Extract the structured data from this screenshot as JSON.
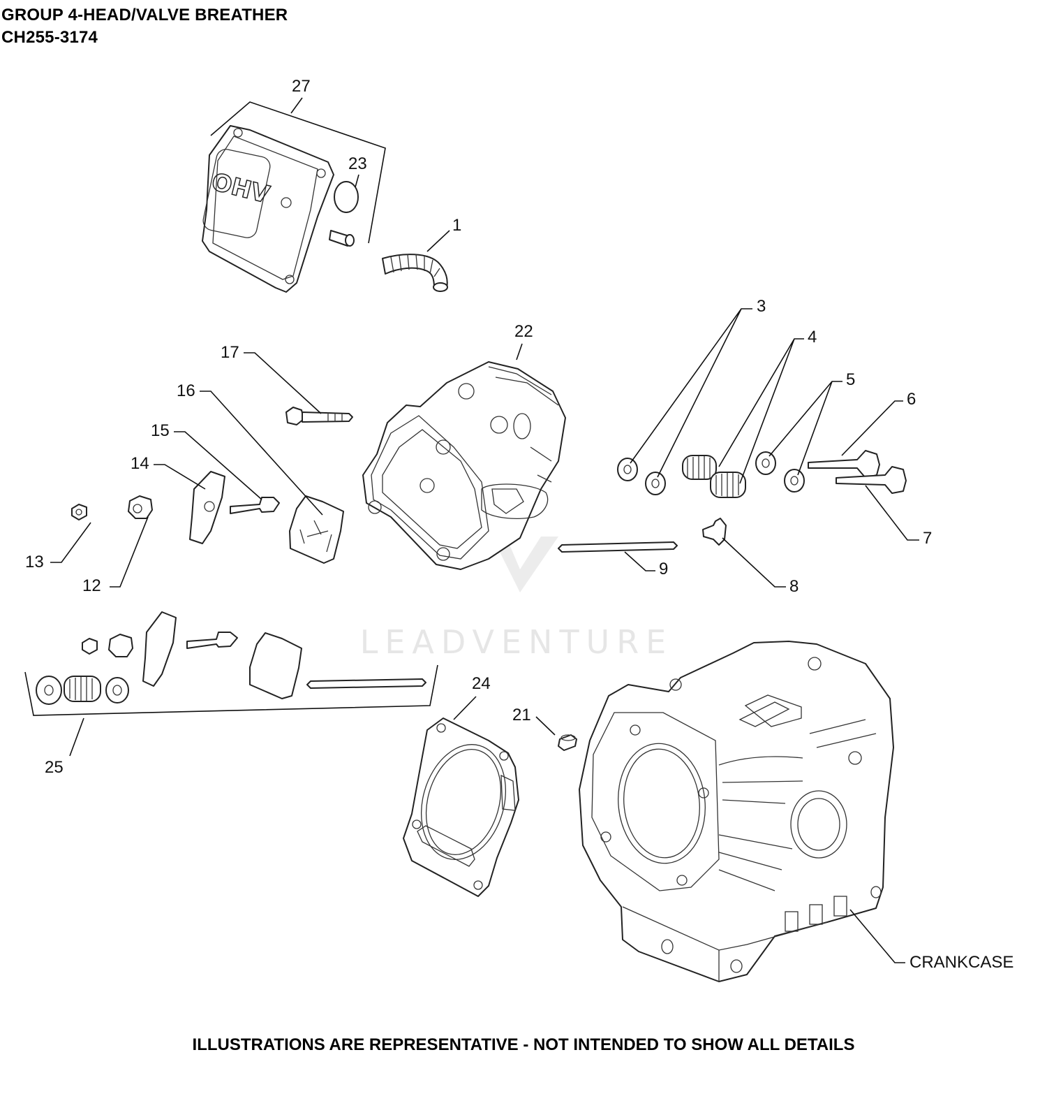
{
  "header": {
    "title": "GROUP 4-HEAD/VALVE BREATHER",
    "model": "CH255-3174"
  },
  "footer": "ILLUSTRATIONS ARE REPRESENTATIVE - NOT INTENDED TO SHOW ALL DETAILS",
  "watermark": "LEADVENTURE",
  "cover_lettering": "OHV",
  "callouts": {
    "c1": "1",
    "c3": "3",
    "c4": "4",
    "c5": "5",
    "c6": "6",
    "c7": "7",
    "c8": "8",
    "c9": "9",
    "c12": "12",
    "c13": "13",
    "c14": "14",
    "c15": "15",
    "c16": "16",
    "c17": "17",
    "c21": "21",
    "c22": "22",
    "c23": "23",
    "c24": "24",
    "c25": "25",
    "c27": "27",
    "crankcase": "CRANKCASE"
  }
}
